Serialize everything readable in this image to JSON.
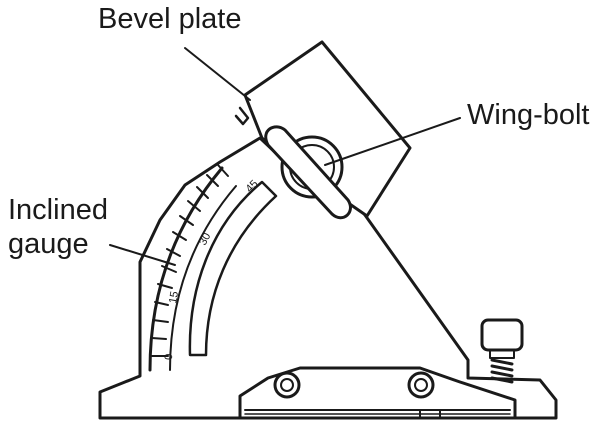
{
  "labels": {
    "bevel_plate": "Bevel plate",
    "wing_bolt": "Wing-bolt",
    "inclined_gauge_line1": "Inclined",
    "inclined_gauge_line2": "gauge"
  },
  "scale": {
    "tick_labels": [
      "0",
      "15",
      "30",
      "45"
    ]
  },
  "colors": {
    "ink": "#1a1a1a",
    "paper": "#ffffff"
  }
}
